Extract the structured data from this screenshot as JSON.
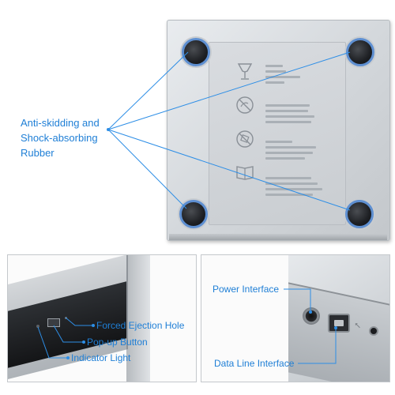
{
  "top_panel": {
    "callout": {
      "line1": "Anti-skidding and",
      "line2": "Shock-absorbing",
      "line3": "Rubber"
    }
  },
  "bottom_left": {
    "labels": {
      "forced_ejection": "Forced Ejection Hole",
      "popup_button": "Pop-up Button",
      "indicator": "Indicator Light"
    }
  },
  "bottom_right": {
    "labels": {
      "power": "Power Interface",
      "data_line": "Data Line Interface"
    }
  },
  "colors": {
    "callout_blue": "#1f7fd6",
    "line_blue": "#2d8ee6",
    "foot_ring": "#5e8fd1"
  },
  "icons": {
    "fragile": "wine-glass-icon",
    "no_push": "no-push-icon",
    "no_drop": "no-drop-icon",
    "manual": "read-manual-icon",
    "usb": "usb-icon"
  }
}
